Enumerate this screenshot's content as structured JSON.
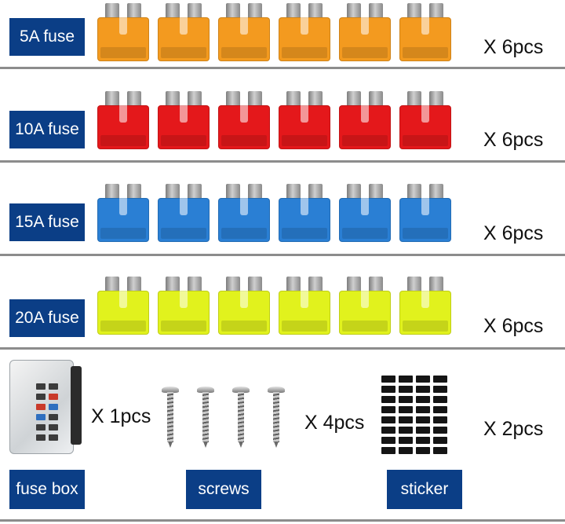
{
  "colors": {
    "label_bg": "#0b3e86",
    "label_text": "#ffffff",
    "divider": "#8c8c8c",
    "fuse_5a": "#f39a1f",
    "fuse_10a": "#e4181b",
    "fuse_15a": "#2a7fd4",
    "fuse_20a": "#e1f21d"
  },
  "fuse_rows": [
    {
      "label": "5A fuse",
      "quantity": "X 6pcs",
      "color": "#f39a1f",
      "count": 6
    },
    {
      "label": "10A fuse",
      "quantity": "X 6pcs",
      "color": "#e4181b",
      "count": 6
    },
    {
      "label": "15A fuse",
      "quantity": "X 6pcs",
      "color": "#2a7fd4",
      "count": 6
    },
    {
      "label": "20A fuse",
      "quantity": "X 6pcs",
      "color": "#e1f21d",
      "count": 6
    }
  ],
  "accessories": {
    "fuse_box": {
      "label": "fuse box",
      "quantity": "X 1pcs"
    },
    "screws": {
      "label": "screws",
      "quantity": "X 4pcs",
      "count": 4
    },
    "sticker": {
      "label": "sticker",
      "quantity": "X 2pcs"
    }
  }
}
